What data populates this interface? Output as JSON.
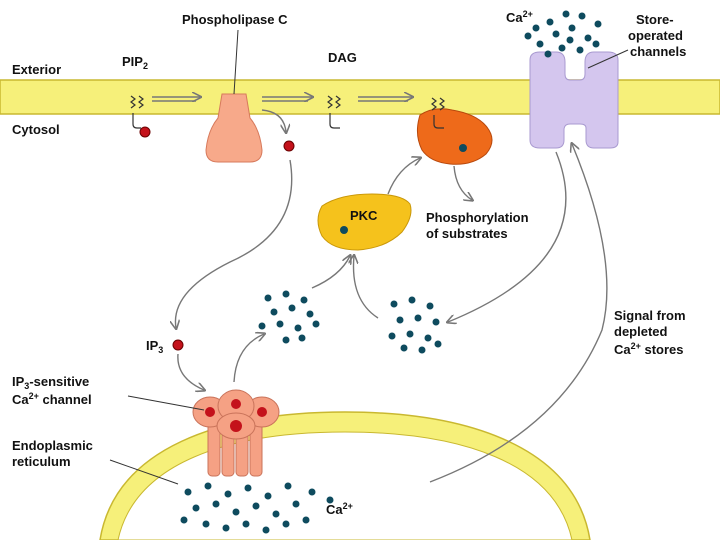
{
  "labels": {
    "exterior": "Exterior",
    "cytosol": "Cytosol",
    "pip2": "PIP",
    "pip2_sub": "2",
    "phospholipase_c": "Phospholipase C",
    "dag": "DAG",
    "ca_top": "Ca",
    "ca_top_sup": "2+",
    "store_operated_1": "Store-",
    "store_operated_2": "operated",
    "store_operated_3": "channels",
    "pkc": "PKC",
    "phosphorylation_1": "Phosphorylation",
    "phosphorylation_2": "of substrates",
    "ip3": "IP",
    "ip3_sub": "3",
    "ip3_channel_1a": "IP",
    "ip3_channel_1sub": "3",
    "ip3_channel_1b": "-sensitive",
    "ip3_channel_2a": "Ca",
    "ip3_channel_2sup": "2+",
    "ip3_channel_2b": " channel",
    "er_1": "Endoplasmic",
    "er_2": "reticulum",
    "ca_er": "Ca",
    "ca_er_sup": "2+",
    "signal_1": "Signal from",
    "signal_2": "depleted",
    "signal_3a": "Ca",
    "signal_3sup": "2+",
    "signal_3b": " stores"
  },
  "colors": {
    "membrane": "#f6f07a",
    "membrane_edge": "#c9b830",
    "plc": "#f7a98a",
    "dag_complex": "#ee6a1a",
    "pkc": "#f5c21c",
    "store_channel": "#d4c6ee",
    "ip3_channel": "#f5a184",
    "ca_dot": "#0e4b5e",
    "ip3_dot": "#c4121b"
  }
}
